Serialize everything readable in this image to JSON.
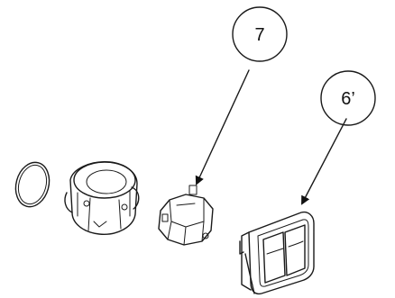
{
  "callouts": [
    {
      "id": "callout-7",
      "label": "7"
    },
    {
      "id": "callout-6-prime",
      "label": "6’"
    }
  ]
}
